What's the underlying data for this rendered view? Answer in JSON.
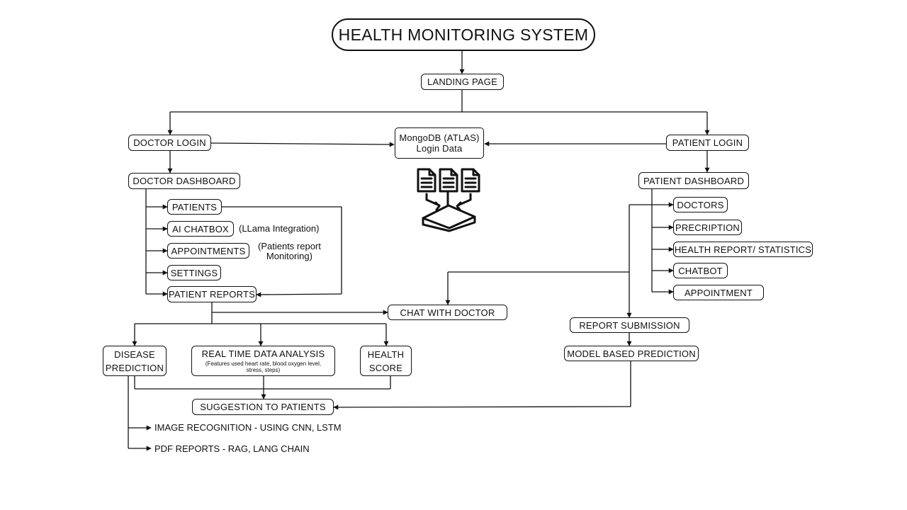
{
  "title": "HEALTH MONITORING SYSTEM",
  "landing": "LANDING PAGE",
  "database": {
    "line1": "MongoDB (ATLAS)",
    "line2": "Login Data",
    "icon": "database-documents-icon"
  },
  "doctor": {
    "login": "DOCTOR LOGIN",
    "dashboard": "DOCTOR DASHBOARD",
    "items": [
      "PATIENTS",
      "AI CHATBOX",
      "APPOINTMENTS",
      "SETTINGS",
      "PATIENT REPORTS"
    ],
    "notes": {
      "llama": "(LLama Integration)",
      "monitor_1": "(Patients report",
      "monitor_2": "Monitoring)"
    }
  },
  "patient": {
    "login": "PATIENT LOGIN",
    "dashboard": "PATIENT DASHBOARD",
    "items": [
      "DOCTORS",
      "PRECRIPTION",
      "HEALTH REPORT/ STATISTICS",
      "CHATBOT",
      "APPOINTMENT"
    ],
    "report_submission": "REPORT SUBMISSION",
    "model_prediction": "MODEL BASED PREDICTION"
  },
  "chat_with_doctor": "CHAT WITH DOCTOR",
  "analysis": {
    "disease_1": "DISEASE",
    "disease_2": "PREDICTION",
    "realtime": "REAL TIME DATA ANALYSIS",
    "realtime_sub": "(Features used heart rate, blood oxygen level, stress, steps)",
    "health_1": "HEALTH",
    "health_2": "SCORE"
  },
  "suggestion": "SUGGESTION TO PATIENTS",
  "outputs": [
    "IMAGE RECOGNITION - USING CNN, LSTM",
    "PDF REPORTS - RAG, LANG CHAIN"
  ]
}
